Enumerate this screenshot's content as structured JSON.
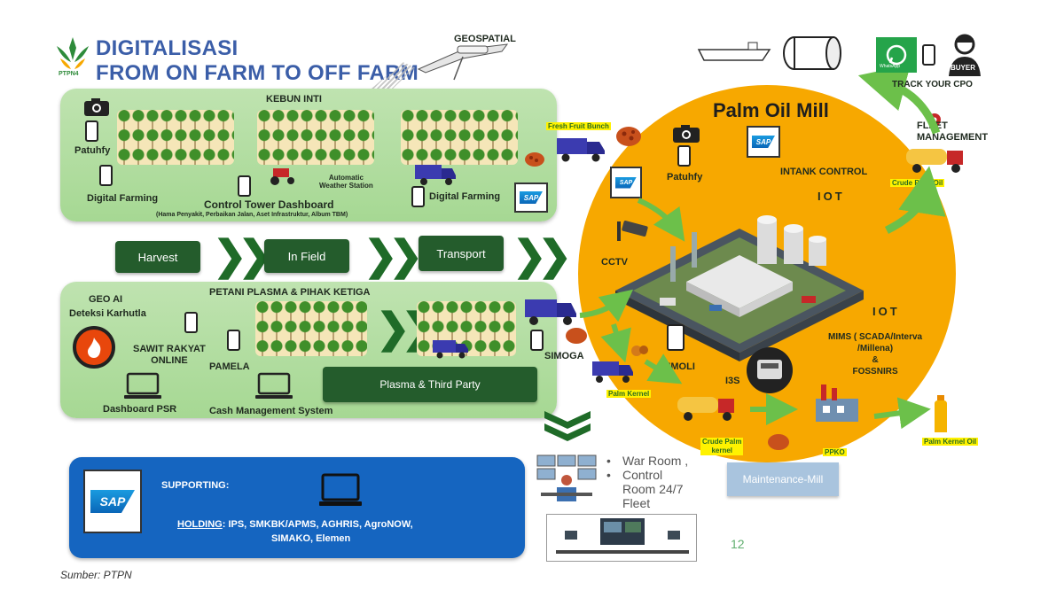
{
  "header": {
    "logo_text": "PTPN4",
    "title_line1": "DIGITALISASI",
    "title_line2": "FROM ON FARM TO OFF FARM",
    "geospatial": "GEOSPATIAL"
  },
  "kebun_inti": {
    "title": "KEBUN INTI",
    "patuhfy": "Patuhfy",
    "digital_farming_left": "Digital Farming",
    "digital_farming_right": "Digital Farming",
    "aws": "Automatic\nWeather Station",
    "control_tower": "Control Tower Dashboard",
    "control_tower_sub": "(Hama Penyakit, Perbaikan Jalan, Aset Infrastruktur, Album TBM)",
    "sap": "SAP"
  },
  "flow": {
    "harvest": "Harvest",
    "in_field": "In Field",
    "transport": "Transport"
  },
  "plasma": {
    "title": "PETANI PLASMA & PIHAK KETIGA",
    "geo_ai": "GEO AI",
    "deteksi": "Deteksi Karhutla",
    "sawit_rakyat": "SAWIT RAKYAT\nONLINE",
    "pamela": "PAMELA",
    "dashboard_psr": "Dashboard PSR",
    "cash_mgmt": "Cash Management System",
    "plasma_third": "Plasma & Third Party"
  },
  "supporting": {
    "label": "SUPPORTING:",
    "holding_label": "HOLDING",
    "holding_text": ": IPS, SMKBK/APMS, AGHRIS, AgroNOW,",
    "holding_text2": "SIMAKO, Elemen",
    "sap": "SAP"
  },
  "mill": {
    "title": "Palm Oil Mill",
    "fresh_fruit": "Fresh Fruit Bunch",
    "patuhfy": "Patuhfy",
    "intank": "INTANK CONTROL",
    "iot1": "IOT",
    "iot2": "IOT",
    "cctv": "CCTV",
    "simoga": "SIMOGA",
    "simoli": "SIMOLI",
    "i3s": "I3S",
    "mims": "MIMS ( SCADA/Interva\n/Millena)\n&\nFOSSNIRS",
    "palm_kernel": "Palm Kernel",
    "crude_palm_kernel": "Crude Palm\nkernel",
    "crude_palm_oil": "Crude Palm Oil",
    "ppko": "PPKO",
    "palm_kernel_oil": "Palm Kernel Oil",
    "fleet": "FLEET\nMANAGEMENT",
    "sap": "SAP"
  },
  "top_right": {
    "track_cpo": "TRACK YOUR CPO",
    "buyer": "BUYER",
    "whatsapp": "WhatsApp"
  },
  "war_room": {
    "items": [
      "War Room ,",
      "Control\nRoom 24/7",
      "Fleet"
    ],
    "maintenance": "Maintenance-Mill"
  },
  "page_number": "12",
  "source": "Sumber: PTPN",
  "colors": {
    "panel_green": "#a6d893",
    "dark_green": "#245c2c",
    "title_blue": "#3b5ea8",
    "mill_orange": "#f7a800",
    "sap_blue": "#1565c0",
    "highlight_yellow": "#fff200"
  }
}
